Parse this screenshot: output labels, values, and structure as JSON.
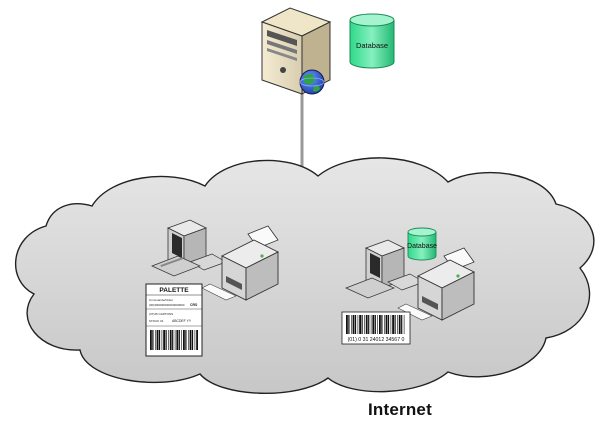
{
  "diagram": {
    "cloud_label": "Internet",
    "server_db_label": "Database",
    "client_db_label": "Database",
    "pallet_label": {
      "title": "PALETTE",
      "lines": [
        "Commande/Order",
        "(00)300000000000000000",
        "CRS",
        "(37)45 CARTONS",
        "STOCK 01",
        "ABCDEF  YY"
      ]
    },
    "barcode_text": "(01) 0 31 24012 34567 0"
  }
}
